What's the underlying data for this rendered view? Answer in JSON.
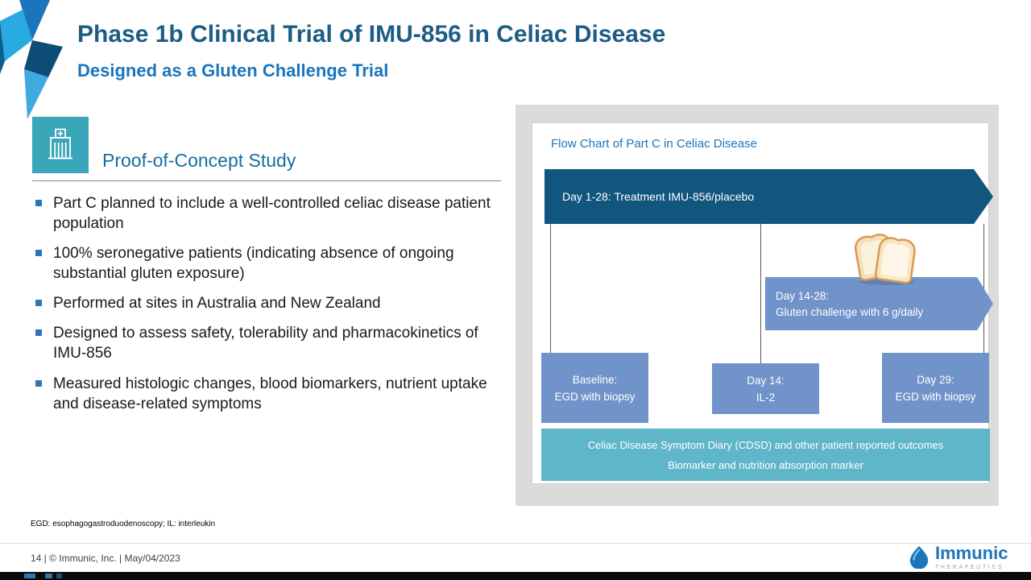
{
  "header": {
    "title": "Phase 1b Clinical Trial of IMU-856 in Celiac Disease",
    "subtitle": "Designed as a Gluten Challenge Trial"
  },
  "left": {
    "section_heading": "Proof-of-Concept Study",
    "bullets": [
      "Part C planned to include a well-controlled celiac disease patient population",
      "100% seronegative patients (indicating absence of ongoing substantial gluten exposure)",
      "Performed at sites in Australia and New Zealand",
      "Designed to assess safety, tolerability and pharmacokinetics of IMU-856",
      "Measured histologic changes, blood biomarkers, nutrient uptake and disease-related symptoms"
    ]
  },
  "flowchart": {
    "title": "Flow Chart of Part C in Celiac Disease",
    "treatment_arrow_label": "Day 1-28: Treatment IMU-856/placebo",
    "gluten_arrow": {
      "line1": "Day 14-28:",
      "line2": "Gluten challenge with 6 g/daily"
    },
    "boxes": [
      {
        "line1": "Baseline:",
        "line2": "EGD with biopsy"
      },
      {
        "line1": "Day 14:",
        "line2": "IL-2"
      },
      {
        "line1": "Day 29:",
        "line2": "EGD with biopsy"
      }
    ],
    "banner": {
      "line1": "Celiac Disease Symptom Diary (CDSD) and other patient reported outcomes",
      "line2": "Biomarker and nutrition absorption marker"
    }
  },
  "footer": {
    "footnote": "EGD: esophagogastroduodenoscopy; IL: interleukin",
    "page_info": "14  |  © Immunic, Inc.  |  May/04/2023",
    "logo": {
      "wordmark": "Immunic",
      "subtext": "THERAPEUTICS"
    }
  },
  "icons": {
    "hospital": "hospital-building-icon",
    "bread": "bread-slices-icon",
    "logo_droplet": "immunic-droplet-icon",
    "bullet": "square-bullet-icon"
  },
  "colors": {
    "title_blue": "#1D5C85",
    "accent_blue": "#1B75BC",
    "dark_arrow_blue": "#11567F",
    "mid_blue": "#7093C9",
    "teal_banner": "#5FB6C8",
    "icon_teal": "#3AA6B9",
    "panel_gray": "#DBDBDB",
    "bullet_blue": "#2E75B6"
  }
}
